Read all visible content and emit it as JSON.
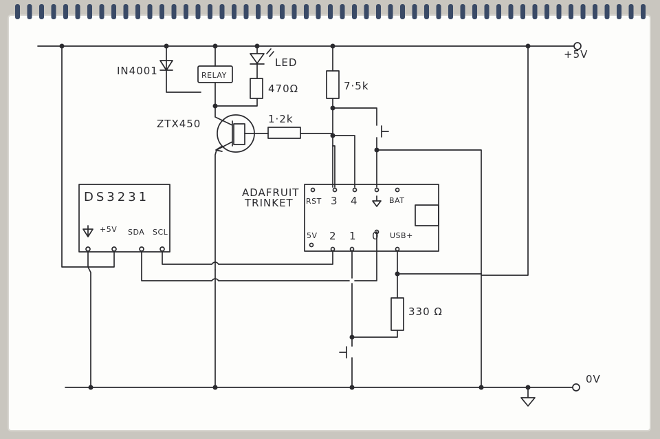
{
  "labels": {
    "diode": "IN4001",
    "relay": "RELAY",
    "led": "LED",
    "r_led": "470Ω",
    "r_pullup": "7·5k",
    "transistor": "ZTX450",
    "r_base": "1·2k",
    "rtc": "DS3231",
    "rtc_pins": [
      "+5V",
      "SDA",
      "SCL"
    ],
    "mcu_line1": "ADAFRUIT",
    "mcu_line2": "TRINKET",
    "mcu_top_pins": [
      "RST",
      "3",
      "4",
      "BAT"
    ],
    "mcu_bottom_pins": [
      "5V",
      "2",
      "1",
      "0",
      "USB+"
    ],
    "r_usb": "330 Ω",
    "vplus": "+5V",
    "vzero": "0V"
  },
  "colors": {
    "ink": "#2a2a2e",
    "paper": "#fdfdfb",
    "backing": "#c9c6bf"
  },
  "icons": [
    "ground-icon",
    "spiral-binding-icon",
    "push-button-icon",
    "terminal-icon"
  ]
}
